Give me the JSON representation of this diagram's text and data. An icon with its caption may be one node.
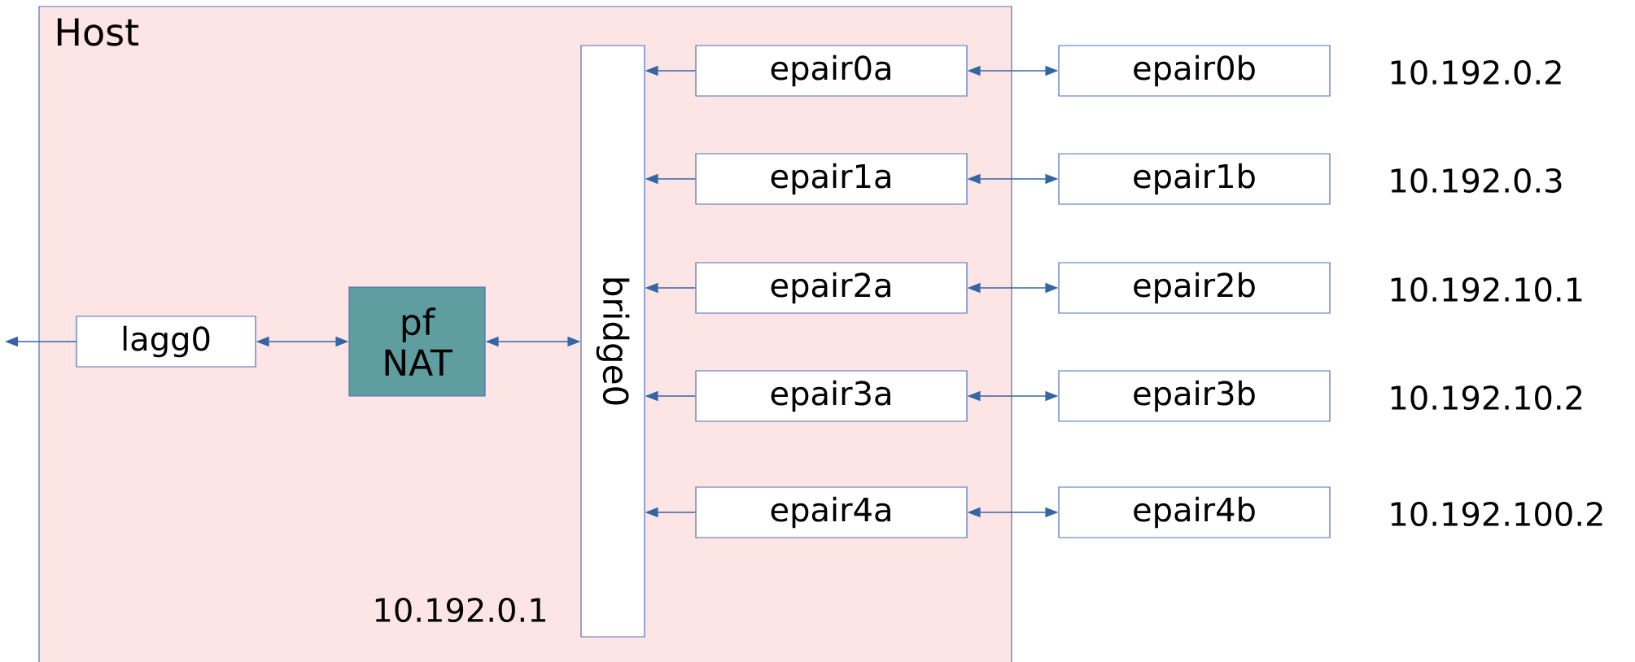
{
  "diagram": {
    "nodes": [
      {
        "text": [
          "Host"
        ]
      },
      {
        "text": [
          "lagg0"
        ],
        "in": 0
      },
      {
        "text": [
          "pf NAT"
        ],
        "in": 0
      },
      {
        "text": [
          "bridge0"
        ],
        "in": 0,
        "beside": [
          "10.192.0.1"
        ]
      },
      {
        "text": [
          "epair0a"
        ],
        "in": 0
      },
      {
        "text": [
          "epair0b"
        ],
        "beside": [
          "10.192.0.2"
        ]
      },
      {
        "text": [
          "epair1a"
        ],
        "in": 0
      },
      {
        "text": [
          "epair1b"
        ],
        "beside": [
          "10.192.0.3"
        ]
      },
      {
        "text": [
          "epair2a"
        ],
        "in": 0
      },
      {
        "text": [
          "epair2b"
        ],
        "beside": [
          "10.192.10.1"
        ]
      },
      {
        "text": [
          "epair3a"
        ],
        "in": 0
      },
      {
        "text": [
          "epair3b"
        ],
        "beside": [
          "10.192.10.2"
        ]
      },
      {
        "text": [
          "epair4a"
        ],
        "in": 0
      },
      {
        "text": [
          "epair4b"
        ],
        "beside": [
          "10.192.100.2"
        ]
      }
    ],
    "edges": [
      {
        "from": 1,
        "to": null,
        "arrow": "to"
      },
      {
        "from": 1,
        "to": 2,
        "arrow": "both"
      },
      {
        "from": 2,
        "to": 3,
        "arrow": "both"
      },
      {
        "from": 4,
        "to": 3,
        "arrow": "to"
      },
      {
        "from": 4,
        "to": 5,
        "arrow": "both"
      },
      {
        "from": 6,
        "to": 3,
        "arrow": "to"
      },
      {
        "from": 6,
        "to": 7,
        "arrow": "both"
      },
      {
        "from": 8,
        "to": 3,
        "arrow": "to"
      },
      {
        "from": 8,
        "to": 9,
        "arrow": "both"
      },
      {
        "from": 10,
        "to": 3,
        "arrow": "to"
      },
      {
        "from": 10,
        "to": 11,
        "arrow": "both"
      },
      {
        "from": 12,
        "to": 3,
        "arrow": "to"
      },
      {
        "from": 12,
        "to": 13,
        "arrow": "both"
      }
    ]
  }
}
